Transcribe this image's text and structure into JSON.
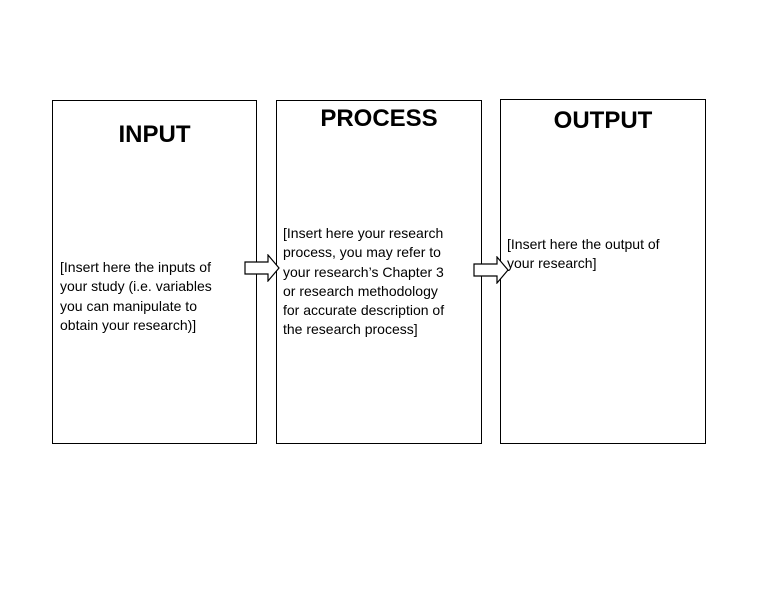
{
  "diagram": {
    "input": {
      "title": "INPUT",
      "text": "[Insert here the inputs of\nyour study (i.e. variables\nyou can manipulate to\nobtain your research)]"
    },
    "process": {
      "title": "PROCESS",
      "text": "[Insert here your research\nprocess, you may refer to\nyour research’s Chapter 3\nor research methodology\nfor accurate description of\nthe research process]"
    },
    "output": {
      "title": "OUTPUT",
      "text": "[Insert here the output of\nyour research]"
    }
  },
  "colors": {
    "stroke": "#000000",
    "background": "#ffffff"
  }
}
